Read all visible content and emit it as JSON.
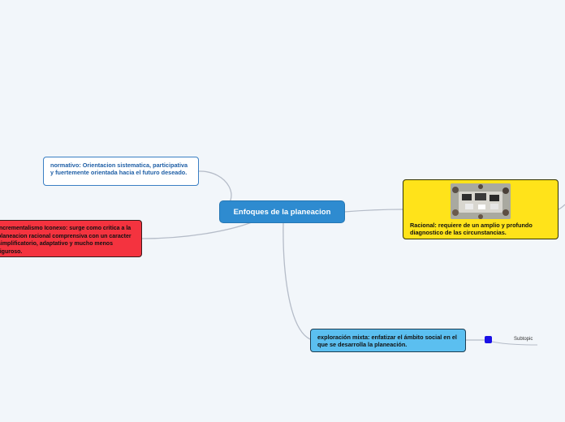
{
  "central": {
    "label": "Enfoques de la planeacion"
  },
  "topics": {
    "normativo": {
      "text": "normativo: Orientacion sistematica, participativa y fuertemente orientada hacia el futuro deseado."
    },
    "incremental": {
      "text": "Incrementalismo Iconexo: surge como critica a la planeacion racional comprensiva con un caracter simplificatorio, adaptativo y mucho menos riguroso."
    },
    "racional": {
      "text": "Racional: requiere de un amplio y profundo diagnostico de las circunstancias."
    },
    "exploracion": {
      "text": "exploración mixta: enfatizar el ámbito social en el  que se desarrolla la planeación."
    }
  },
  "subtopic": {
    "label": "Subtopic"
  },
  "colors": {
    "background": "#f2f6fa",
    "central": "#2e8bd0",
    "incremental": "#f4333f",
    "racional": "#ffe31a",
    "exploracion": "#5bbff0",
    "connector": "#b5bcc8",
    "subtopic_marker": "#1a10e6"
  }
}
